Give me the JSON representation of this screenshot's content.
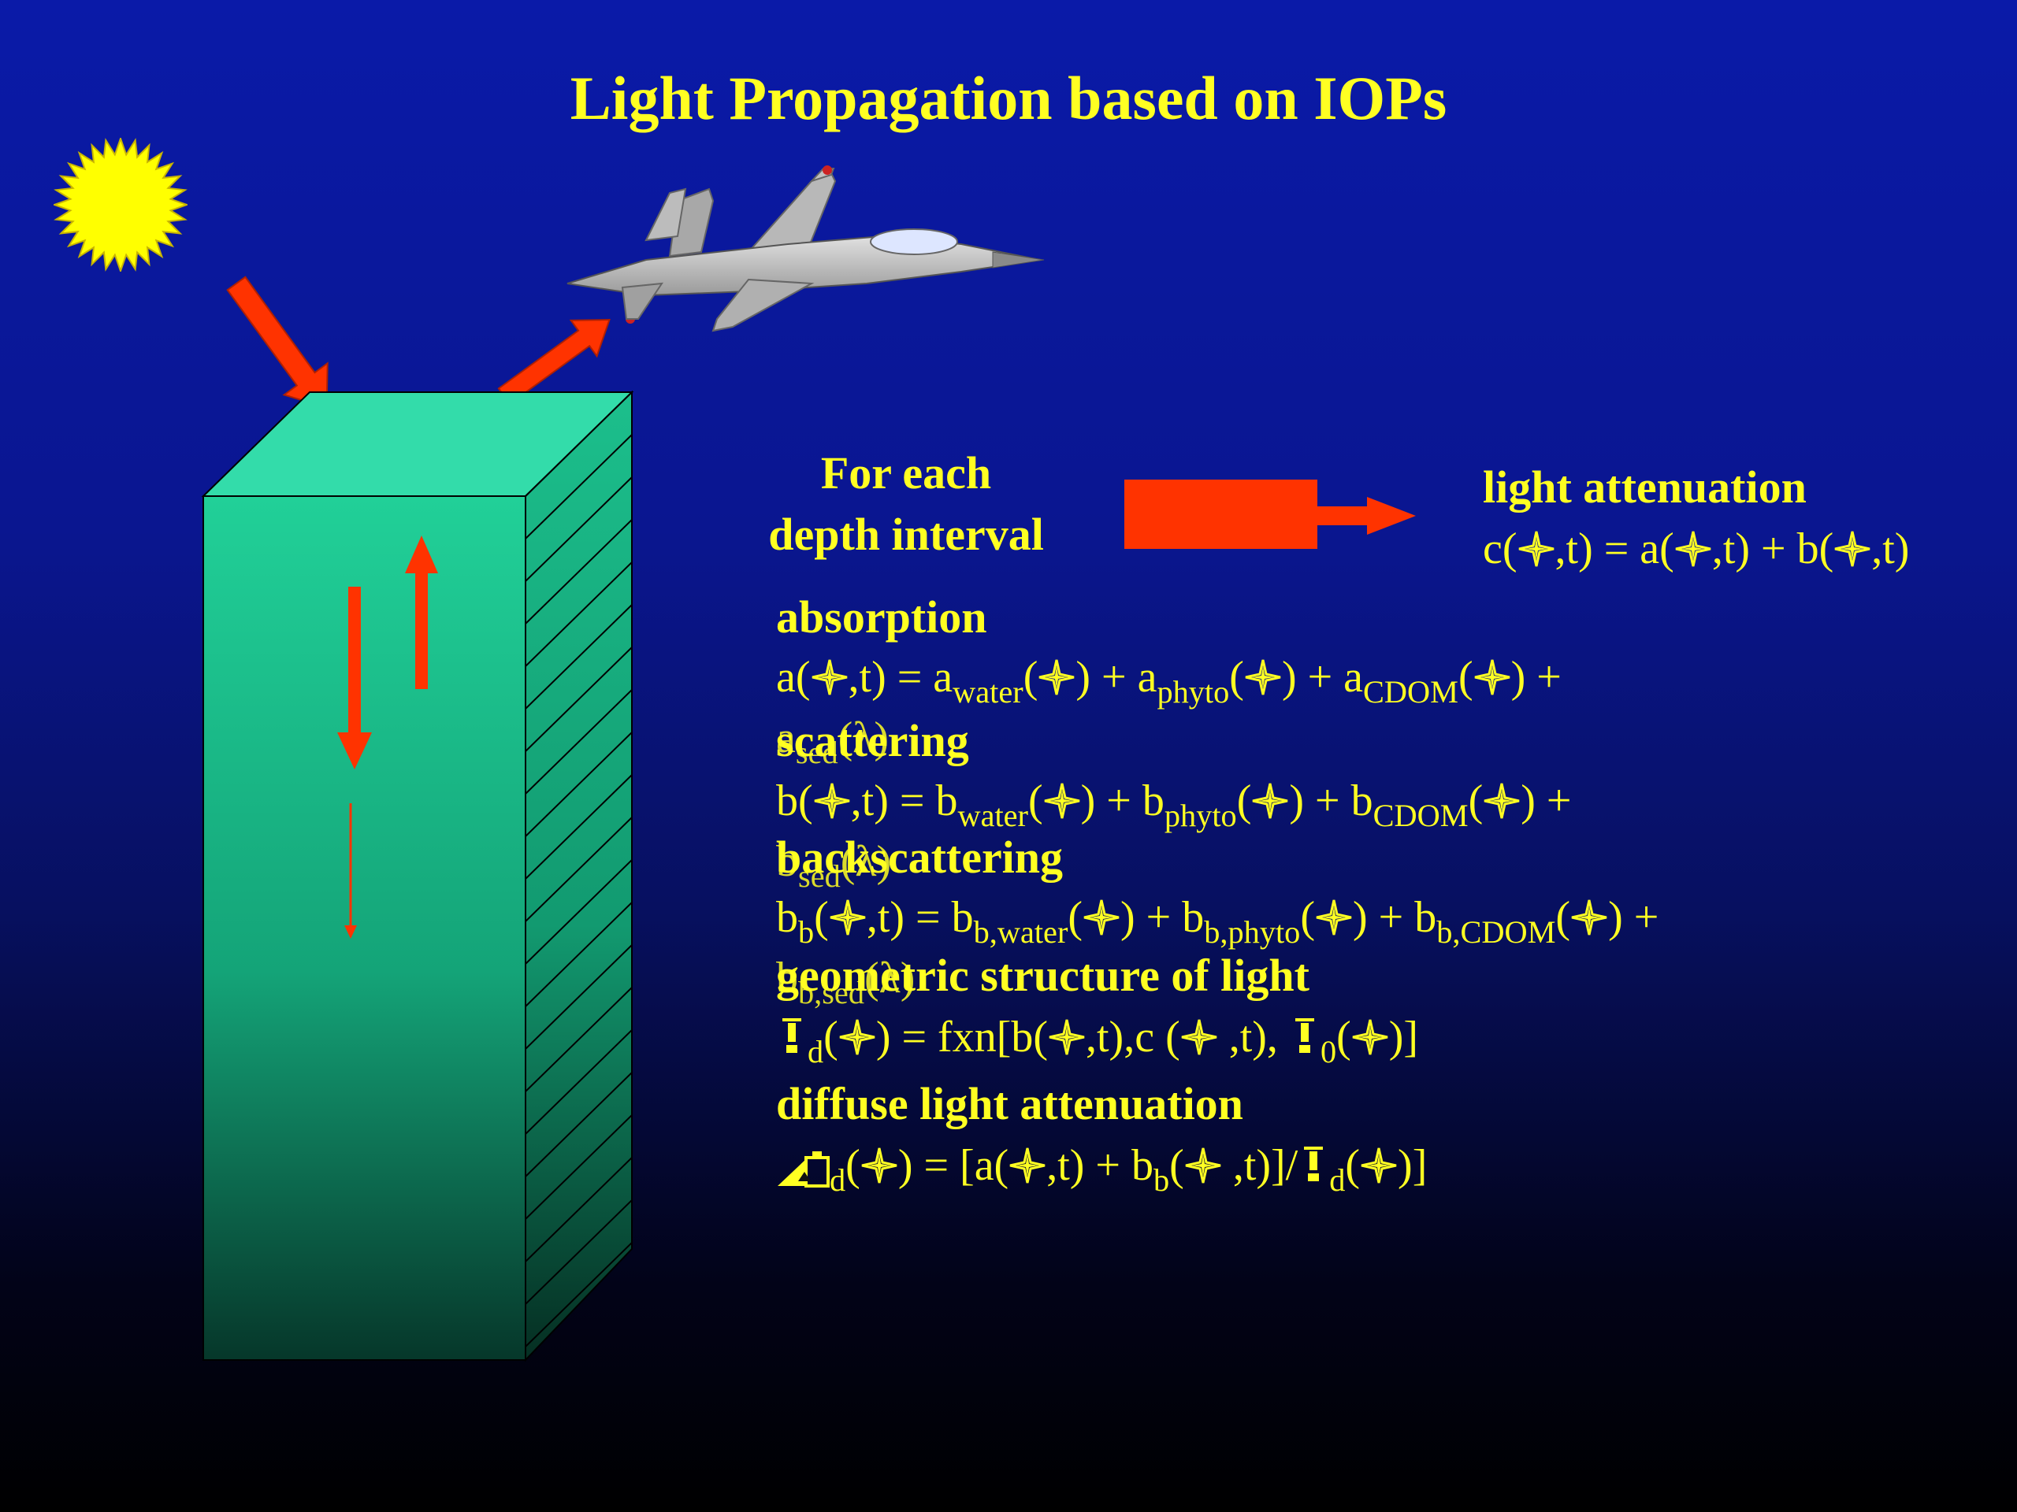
{
  "title": "Light Propagation based on IOPs",
  "for_each": {
    "line1": "For each",
    "line2": "depth interval"
  },
  "light_attenuation": {
    "heading": "light attenuation",
    "equation": "c(λ,t) = a(λ,t) + b(λ,t)"
  },
  "absorption": {
    "heading": "absorption",
    "eq_lead": "a(",
    "eq_parts": [
      ",t) = a",
      "water",
      "(",
      ") + a",
      "phyto",
      "(",
      ") +  a",
      "CDOM",
      "(",
      ")  +"
    ],
    "tail_base": "a",
    "tail_sub": "sed",
    "tail_close": "(λ)"
  },
  "scattering": {
    "heading": "scattering",
    "eq_parts": [
      "b(",
      ",t) = b",
      "water",
      "(",
      ") + b",
      "phyto",
      "(",
      ") + b",
      "CDOM",
      "(",
      ")  +"
    ],
    "tail_base": "b",
    "tail_sub": "sed",
    "tail_close": "(λ)"
  },
  "backscattering": {
    "heading": "backscattering",
    "eq_parts": [
      "b",
      "b",
      "(",
      ",t) = b",
      "b,water",
      "(",
      ") + b",
      "b,phyto",
      "(",
      ") + b",
      "b,CDOM",
      "(",
      ")  +"
    ],
    "tail_base": "b",
    "tail_sub": "b,sed",
    "tail_close": "(λ)"
  },
  "geometric": {
    "heading": "geometric structure of light",
    "eq_parts": [
      "d",
      "(",
      ") = fxn[b(",
      ",t),c (",
      "  ,t), ",
      "0",
      "(",
      ")]"
    ]
  },
  "diffuse": {
    "heading": "diffuse light attenuation",
    "eq_parts": [
      "d",
      "(",
      ") = [a(",
      ",t) + b",
      "b",
      "(",
      "  ,t)]/",
      "d",
      "(",
      ")]"
    ]
  },
  "colors": {
    "text": "#ffff22",
    "arrow": "#ff3300",
    "water_front": "#1fcc94",
    "water_top": "#33dcaa",
    "background_top": "#0a1aa8",
    "background_bottom": "#000000",
    "sun": "#ffff00"
  },
  "icons": [
    "sun-icon",
    "airplane-icon",
    "lambda-glyph-icon",
    "mu-bar-icon",
    "k-symbol-icon"
  ]
}
